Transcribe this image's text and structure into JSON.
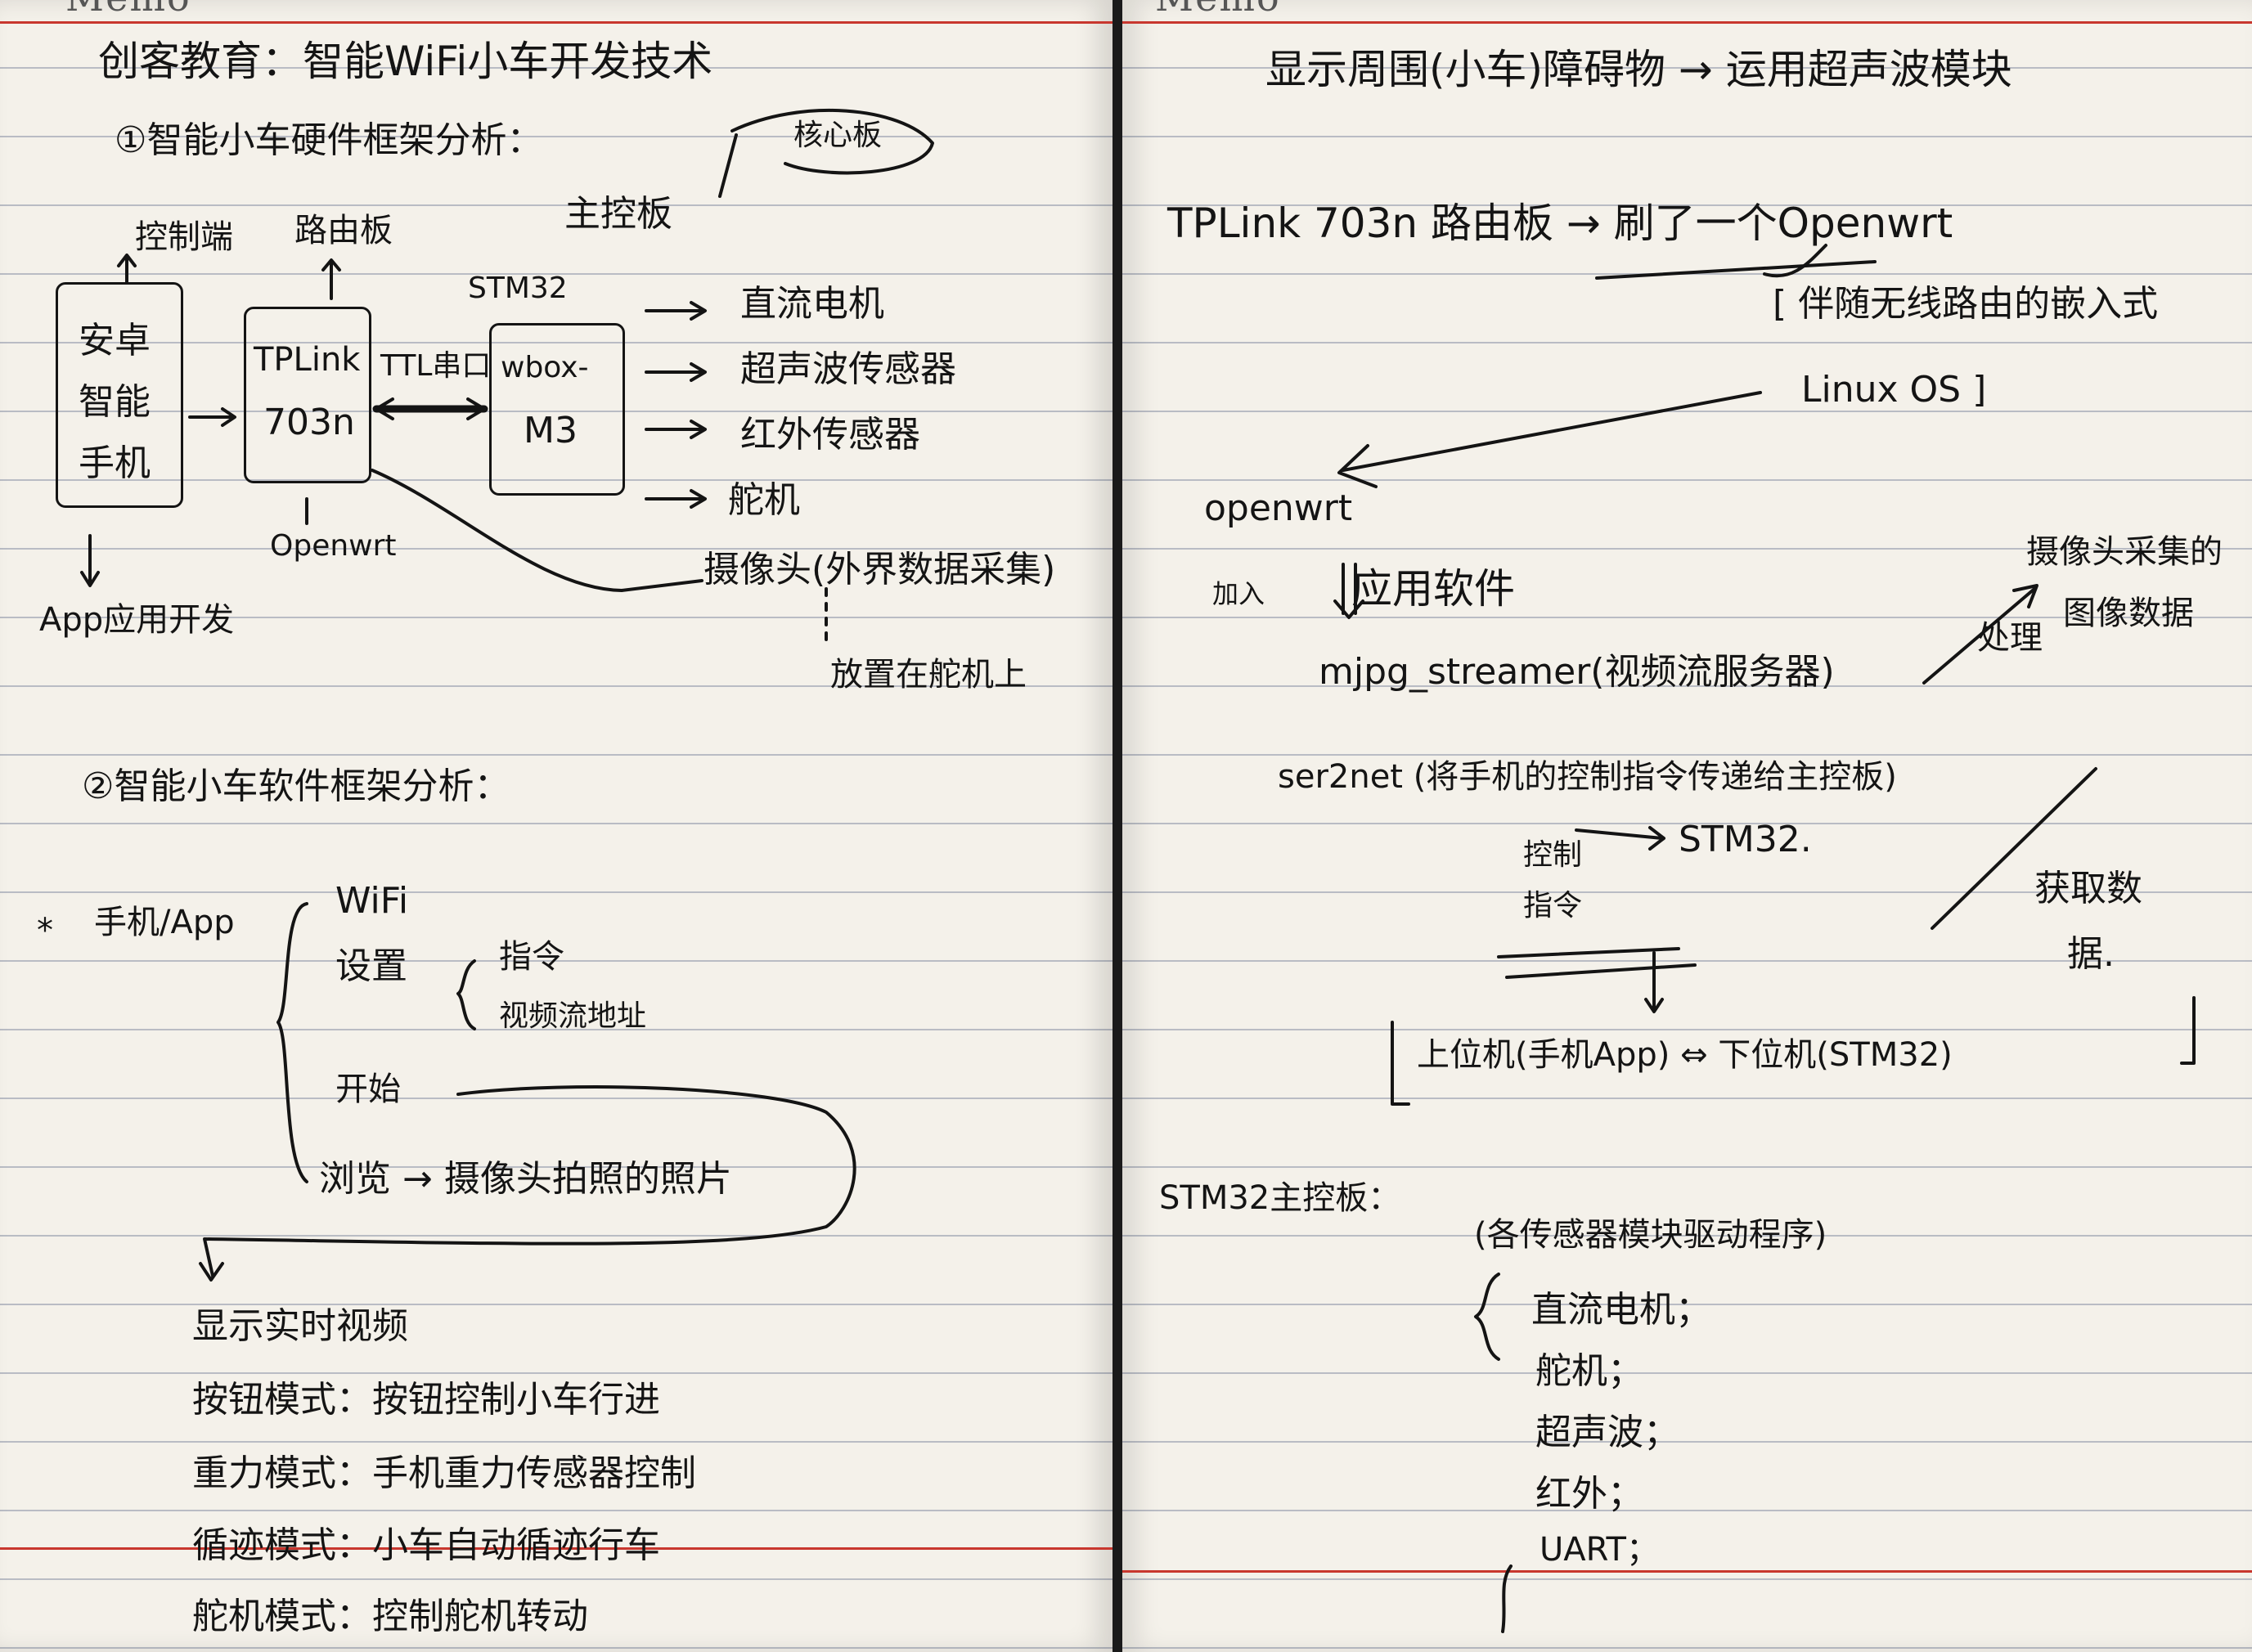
{
  "left_page": {
    "memo": "Memo",
    "title": "创客教育：智能WiFi小车开发技术",
    "section1_title": "①智能小车硬件框架分析：",
    "label_main_control_board": "主控板",
    "label_core_board": "核心板",
    "label_stm32": "STM32",
    "label_control_end": "控制端",
    "label_router": "路由板",
    "label_ttl": "TTL串口",
    "label_phone_line1": "安卓",
    "label_phone_line2": "智能",
    "label_phone_line3": "手机",
    "label_tplink_line1": "TPLink",
    "label_tplink_line2": "703n",
    "label_mcu_line1": "wbox-",
    "label_mcu_line2": "M3",
    "label_openwrt": "Openwrt",
    "label_app": "App应用开发",
    "peripherals": [
      "直流电机",
      "超声波传感器",
      "红外传感器",
      "舵机",
      "摄像头(外界数据采集)"
    ],
    "label_camera_mount": "放置在舵机上",
    "section2_title": "②智能小车软件框架分析：",
    "app_label": "手机/App",
    "app_items": [
      "WiFi",
      "设置",
      "开始",
      "浏览 → 摄像头拍照的照片"
    ],
    "settings_items": [
      "指令",
      "视频流地址"
    ],
    "mode_items": [
      "显示实时视频",
      "按钮模式：按钮控制小车行进",
      "重力模式：手机重力传感器控制",
      "循迹模式：小车自动循迹行车",
      "舵机模式：控制舵机转动"
    ]
  },
  "right_page": {
    "memo": "Memo",
    "line1": "显示周围(小车)障碍物 → 运用超声波模块",
    "tplink_line": "TPLink 703n 路由板 → 刷了一个Openwrt",
    "note1": "[ 伴随无线路由的嵌入式",
    "note2": "Linux OS ]",
    "openwrt": "openwrt",
    "add_label": "加入",
    "software": "应用软件",
    "mjpg": "mjpg_streamer(视频流服务器)",
    "camera_note_line1": "摄像头采集的",
    "camera_note_line2": "图像数据",
    "process_label": "处理",
    "ser2net": "ser2net (将手机的控制指令传递给主控板)",
    "control_cmd_line1": "控制",
    "control_cmd_line2": "指令",
    "stm32": "STM32.",
    "data_line1": "获取数",
    "data_line2": "据.",
    "upper_lower": "上位机(手机App) ⇔ 下位机(STM32)",
    "stm32_title": "STM32主控板：",
    "stm32_sub": "(各传感器模块驱动程序)",
    "stm32_items": [
      "直流电机；",
      "舵机；",
      "超声波；",
      "红外；",
      "UART；"
    ]
  }
}
